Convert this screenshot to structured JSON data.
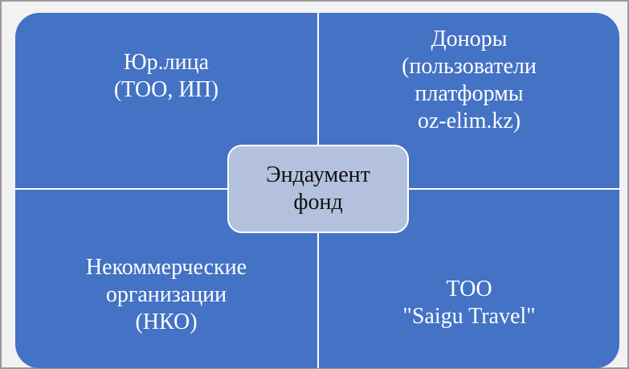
{
  "diagram": {
    "center": "Эндаумент\nфонд",
    "quadrants": {
      "top_left": "Юр.лица\n(ТОО, ИП)",
      "top_right": "Доноры\n(пользователи\nплатформы\noz-elim.kz)",
      "bottom_left": "Некоммерческие\nорганизации\n(НКО)",
      "bottom_right": "ТОО\n\"Saigu Travel\""
    }
  },
  "colors": {
    "quadrant_fill": "#4472c4",
    "center_fill": "#b4c1de",
    "divider": "#ffffff"
  }
}
